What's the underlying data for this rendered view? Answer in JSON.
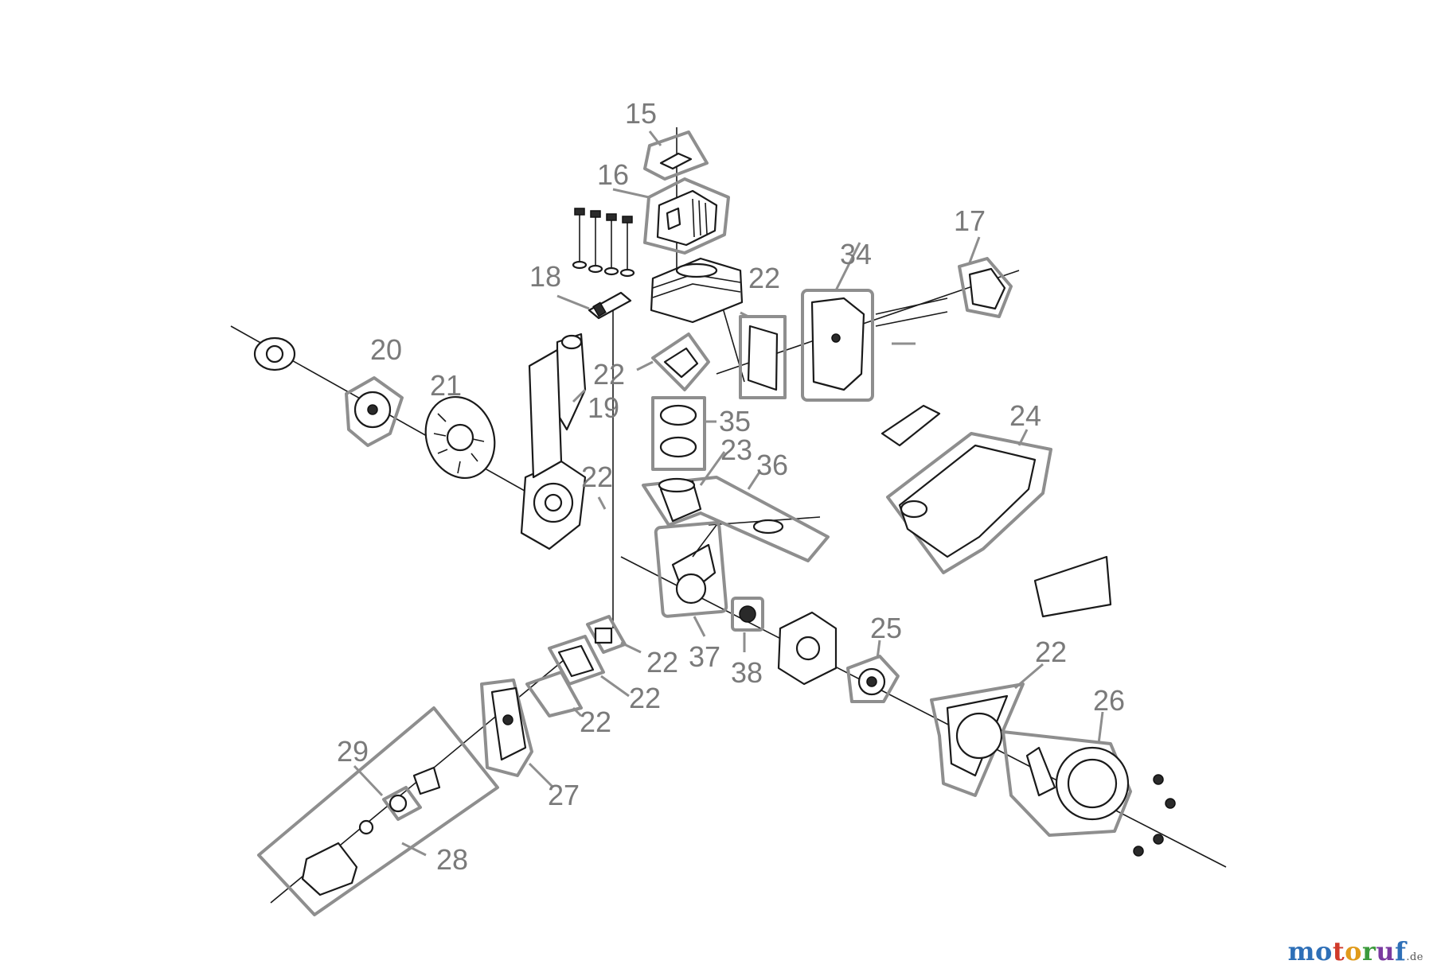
{
  "diagram": {
    "callouts": [
      {
        "id": "c15a",
        "text": "15"
      },
      {
        "id": "c16a",
        "text": "16"
      },
      {
        "id": "c17a",
        "text": "17"
      },
      {
        "id": "c18a",
        "text": "18"
      },
      {
        "id": "c19a",
        "text": "19"
      },
      {
        "id": "c20a",
        "text": "20"
      },
      {
        "id": "c21a",
        "text": "21"
      },
      {
        "id": "c22a",
        "text": "22"
      },
      {
        "id": "c22b",
        "text": "22"
      },
      {
        "id": "c22c",
        "text": "22"
      },
      {
        "id": "c22d",
        "text": "22"
      },
      {
        "id": "c22e",
        "text": "22"
      },
      {
        "id": "c22f",
        "text": "22"
      },
      {
        "id": "c22g",
        "text": "22"
      },
      {
        "id": "c23a",
        "text": "23"
      },
      {
        "id": "c24a",
        "text": "24"
      },
      {
        "id": "c25a",
        "text": "25"
      },
      {
        "id": "c26a",
        "text": "26"
      },
      {
        "id": "c27a",
        "text": "27"
      },
      {
        "id": "c28a",
        "text": "28"
      },
      {
        "id": "c29a",
        "text": "29"
      },
      {
        "id": "c34a",
        "text": "34"
      },
      {
        "id": "c35a",
        "text": "35"
      },
      {
        "id": "c36a",
        "text": "36"
      },
      {
        "id": "c37a",
        "text": "37"
      },
      {
        "id": "c38a",
        "text": "38"
      }
    ]
  },
  "brand": {
    "letters": [
      "m",
      "o",
      "t",
      "o",
      "r",
      "u",
      "f"
    ],
    "colors": [
      "#2e6fb7",
      "#2e6fb7",
      "#d03a2a",
      "#e09a1a",
      "#3b9a3b",
      "#7a3aa0",
      "#2e6fb7"
    ],
    "tld": ".de"
  }
}
